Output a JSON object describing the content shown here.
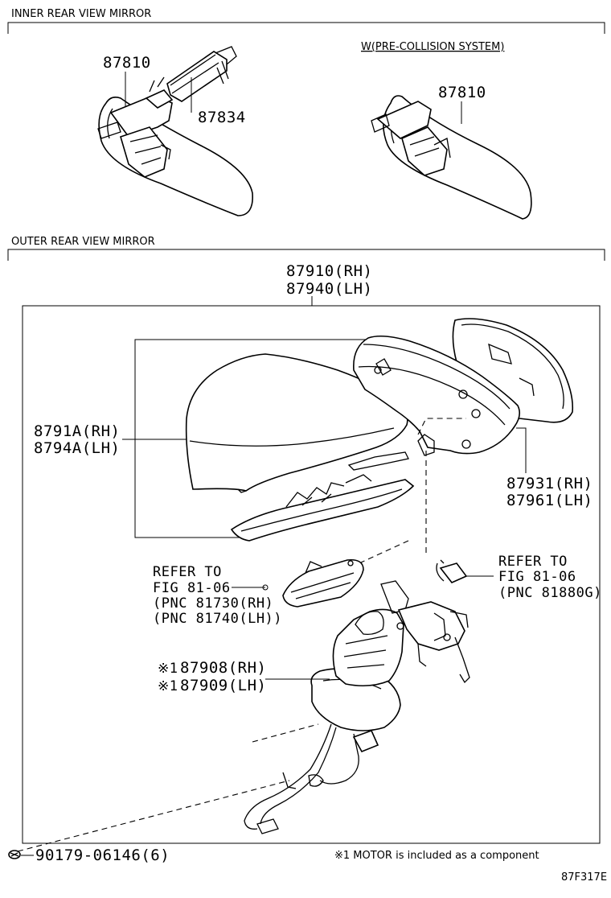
{
  "inner_section": {
    "title": "INNER REAR VIEW MIRROR",
    "variant_label": "W(PRE-COLLISION SYSTEM)",
    "parts": {
      "mirror_left": "87810",
      "cover": "87834",
      "mirror_right": "87810"
    }
  },
  "outer_section": {
    "title": "OUTER REAR VIEW MIRROR",
    "assembly": {
      "rh": "87910(RH)",
      "lh": "87940(LH)"
    },
    "cover": {
      "rh": "8791A(RH)",
      "lh": "8794A(LH)"
    },
    "mirror_glass": {
      "rh": "87931(RH)",
      "lh": "87961(LH)"
    },
    "signal_lamp_ref": {
      "line1": "REFER TO",
      "line2": "FIG 81-06",
      "line3": "(PNC 81730(RH)",
      "line4": "(PNC 81740(LH))"
    },
    "bulb_ref": {
      "line1": "REFER TO",
      "line2": "FIG 81-06",
      "line3": "(PNC 81880G)"
    },
    "retractor": {
      "mark_rh": "※1",
      "rh": "87908(RH)",
      "mark_lh": "※1",
      "lh": "87909(LH)"
    },
    "screw": "90179-06146(6)",
    "footnote": "※1 MOTOR is included as a component"
  },
  "figure_code": "87F317E"
}
